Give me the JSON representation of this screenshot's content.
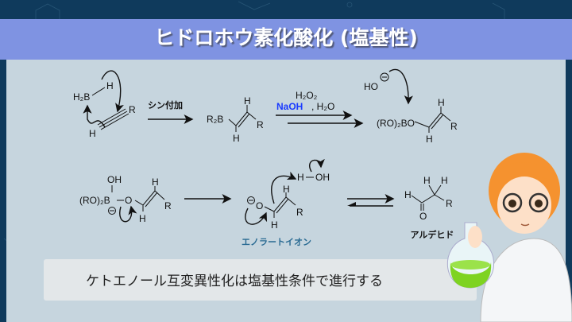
{
  "title": "ヒドロホウ素化酸化 (塩基性)",
  "colors": {
    "background": "#0f3a5c",
    "title_band": "#7f93e2",
    "panel": "#c6d5de",
    "caption_box": "#e3e7e9",
    "enolate_label": "#2a6b93",
    "reagent_blue": "#1a3bff",
    "flask_liquid": "#7ed321"
  },
  "scheme_row1": {
    "borane": {
      "h2b": "H₂B",
      "h": "H"
    },
    "alkyne": {
      "r": "R",
      "h": "H"
    },
    "step1_label": "シン付加",
    "vinylborane": {
      "r2b": "R₂B",
      "h_top": "H",
      "r": "R",
      "h_bottom": "H"
    },
    "reagent_h2o2": "H₂O₂",
    "reagent_naoh": "NaOH",
    "reagent_h2o": ", H₂O",
    "hydroxide": "HO",
    "borate_ester": {
      "ro2bo": "(RO)₂BO",
      "h_top": "H",
      "r": "R",
      "h_bottom": "H"
    }
  },
  "scheme_row2": {
    "boronate": {
      "oh": "OH",
      "ro2b": "(RO)₂B",
      "o": "O",
      "h_top": "H",
      "r": "R",
      "h_bottom": "H"
    },
    "enolate": {
      "o": "O",
      "h_top": "H",
      "r": "R",
      "h_bottom": "H",
      "water_h": "H",
      "water_oh": "OH"
    },
    "enolate_label": "エノラートイオン",
    "aldehyde": {
      "h_left": "H",
      "h1": "H",
      "h2": "H",
      "r": "R",
      "o": "O"
    },
    "aldehyde_label": "アルデヒド"
  },
  "caption": "ケトエノール互変異性化は塩基性条件で進行する"
}
